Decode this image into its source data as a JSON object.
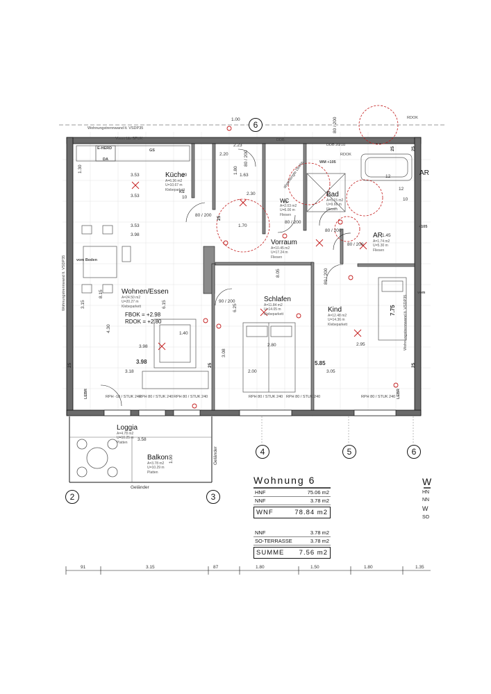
{
  "labels": {
    "wall_top": "Wohnungstrennwand lt. VSDP35",
    "wall_left": "Wohnungstrennwand lt. VSDP35",
    "wall_right": "Wohnungstrennwand lt. VSDP35",
    "vorm_spuk": "Vorm. bis SPUK",
    "edok": "E-HERD",
    "da": "DA",
    "gs": "GS",
    "ks": "KS",
    "wm": "WM +105",
    "ddb1": "DDB",
    "ddb2": "DDB 2d/1d",
    "rdok": "RDOK",
    "kf": "KF",
    "duct": "abgehängte Decke",
    "vom_boden": "vom Boden",
    "vom": "vom",
    "lebr1": "LEBR",
    "lebr2": "LEBR",
    "gelaender_v": "Geländer",
    "gelaender_h": "Geländer",
    "fbok": "FBOK = +2.98",
    "rdok_val": "RDOK = +2.80",
    "ar_right": "AR",
    "plus105": "+105"
  },
  "rooms": {
    "kueche": {
      "name": "Küche",
      "a": "A=6.36 m2",
      "u": "U=10.67 m",
      "f": "Klebeparkett"
    },
    "wohnen": {
      "name": "Wohnen/Essen",
      "a": "A=24.50 m2",
      "u": "U=20.27 m",
      "f": "Klebeparkett"
    },
    "wc": {
      "name": "WC",
      "a": "A=2.03 m2",
      "u": "U=6.00 m",
      "f": "Fliesen"
    },
    "bad": {
      "name": "Bad",
      "a": "A=5.15 m2",
      "u": "U=9.66 m",
      "f": "Fliesen"
    },
    "ar": {
      "name": "AR",
      "a": "A=1.74 m2",
      "u": "U=5.30 m",
      "f": "Fliesen"
    },
    "vorraum": {
      "name": "Vorraum",
      "a": "A=10.45 m2",
      "u": "U=17.24 m",
      "f": "Fliesen"
    },
    "schlafen": {
      "name": "Schlafen",
      "a": "A=11.84 m2",
      "u": "U=14.05 m",
      "f": "Klebeparkett"
    },
    "kind": {
      "name": "Kind",
      "a": "A=12.48 m2",
      "u": "U=14.36 m",
      "f": "Klebeparkett"
    },
    "loggia": {
      "name": "Loggia",
      "a": "A=4.78 m2",
      "u": "U=10.25 m",
      "f": "Platten"
    },
    "balkon": {
      "name": "Balkon",
      "a": "A=3.78 m2",
      "u": "U=10.29 m",
      "f": "Platten"
    }
  },
  "dims": {
    "d1_00": "1.00",
    "d1_80a": "1.80",
    "d1_63": "1.63",
    "d2_23": "2.23",
    "d2_30": "2.30",
    "d3_53a": "3.53",
    "d3_53b": "3.53",
    "d3_53c": "3.53",
    "d3_98a": "3.98",
    "d3_98b": "3.98",
    "d3_98c": "3.98",
    "d3_18": "3.18",
    "d3_15": "3.15",
    "d6_15": "6.15",
    "d4_30": "4.30",
    "d8_15": "8.15",
    "d1_70": "1.70",
    "d1_40": "1.40",
    "d2_80": "2.80",
    "d2_00": "2.00",
    "d3_08": "3.08",
    "d2_95": "2.95",
    "d5_85": "5.85",
    "d3_05": "3.05",
    "d7_75": "7.75",
    "d1_45": "1.45",
    "d3_58": "3.58",
    "d1_90": "1.90",
    "d6_25": "6.25",
    "d8_05": "8.05",
    "d2_20": "2.20",
    "d1_30": "1.30",
    "d25a": "25",
    "d25b": "25",
    "d25c": "25",
    "d25d": "25",
    "d25e": "25",
    "d25f": "25",
    "d10a": "10",
    "d10b": "10",
    "d10c": "10",
    "d12a": "12",
    "d12b": "12"
  },
  "doors": {
    "d1": "80 / 200",
    "d2": "80 / 200",
    "d3": "80 / 200",
    "d4": "80 / 200",
    "d5": "80 / 200",
    "d6": "80 / 200",
    "d7": "90 / 200",
    "d8": "80 / 200"
  },
  "windows": {
    "w1": "RPH -18 / STUK 240",
    "w2": "RPH 80 / STUK 240",
    "w3": "RPH 80 / STUK 240",
    "w4": "RPH 80 / STUK 240",
    "w5": "RPH 80 / STUK 240",
    "w6": "RPH 80 / STUK 240"
  },
  "axes": [
    "2",
    "3",
    "4",
    "5",
    "6",
    "6"
  ],
  "bottom_dims": [
    "91",
    "3.15",
    "87",
    "1.80",
    "1.50",
    "1.80",
    "1.35"
  ],
  "table": {
    "title": "Wohnung 6",
    "rows": [
      {
        "label": "HNF",
        "value": "75.06 m2"
      },
      {
        "label": "NNF",
        "value": "3.78 m2"
      }
    ],
    "total1": {
      "label": "WNF",
      "value": "78.84 m2"
    },
    "rows2": [
      {
        "label": "NNF",
        "value": "3.78 m2"
      },
      {
        "label": "SO-TERRASSE",
        "value": "3.78 m2"
      }
    ],
    "total2": {
      "label": "SUMME",
      "value": "7.56 m2"
    }
  },
  "table_right": {
    "title": "W",
    "rows": [
      "HN",
      "NN",
      "W",
      "SO"
    ]
  },
  "topright": {
    "rdok": "RDOK",
    "ar": "AR"
  },
  "colors": {
    "wall": "#1a1a1a",
    "accent": "#c21818",
    "fill": "#6a6a6a"
  }
}
